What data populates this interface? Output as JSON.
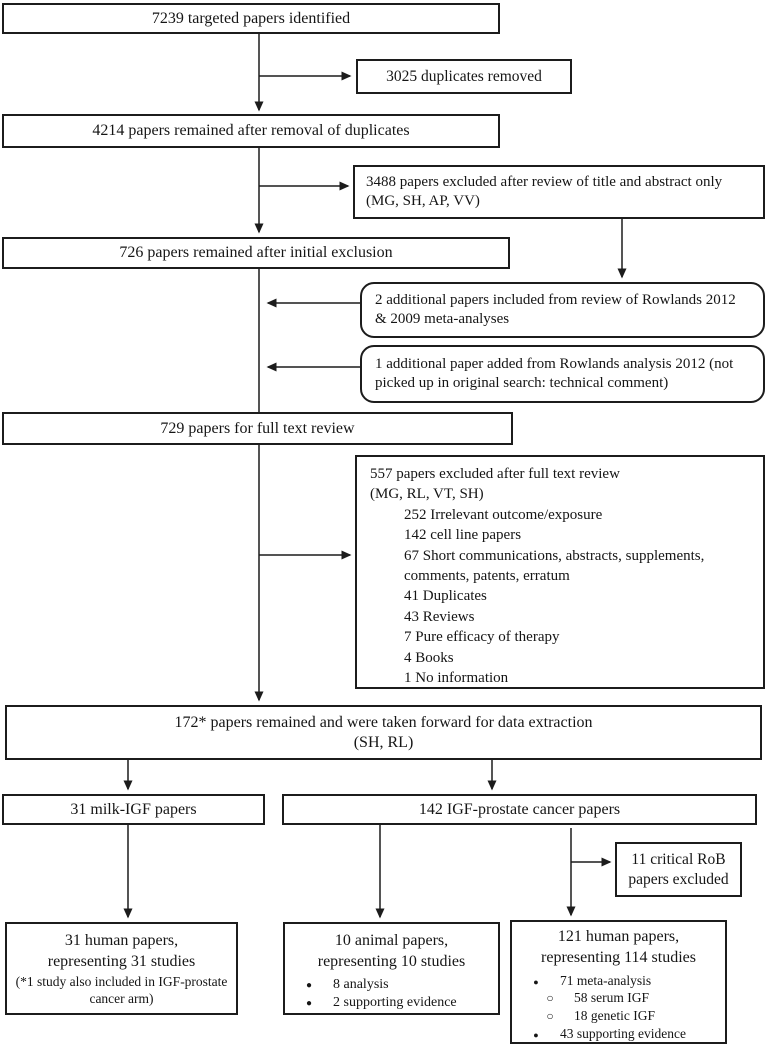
{
  "nodes": {
    "identified": {
      "text": "7239 targeted papers identified"
    },
    "duplicates_removed": {
      "text": "3025 duplicates removed"
    },
    "after_duplicates": {
      "text": "4214 papers remained after removal of duplicates"
    },
    "excluded_title_abstract": {
      "text": "3488 papers excluded after review of title and abstract only (MG, SH, AP, VV)"
    },
    "after_initial_exclusion": {
      "text": "726 papers remained after initial exclusion"
    },
    "rowlands_included": {
      "text": "2 additional papers included from review of Rowlands 2012 & 2009 meta-analyses"
    },
    "rowlands_added": {
      "text": "1 additional paper added from Rowlands analysis 2012 (not picked up in original search: technical comment)"
    },
    "full_text_review": {
      "text": "729 papers for full text review"
    },
    "excluded_full_text": {
      "line1": "557 papers excluded after full text review",
      "line2": "(MG, RL, VT, SH)",
      "items": [
        "252 Irrelevant outcome/exposure",
        "142 cell line papers",
        "67 Short communications, abstracts, supplements, comments, patents, erratum",
        "41 Duplicates",
        "43 Reviews",
        "7 Pure efficacy of therapy",
        "4 Books",
        "1 No information"
      ]
    },
    "data_extraction": {
      "line1": "172* papers remained and were taken forward for data extraction",
      "line2": "(SH, RL)"
    },
    "milk_igf": {
      "text": "31 milk-IGF papers"
    },
    "igf_prostate": {
      "text": "142 IGF-prostate cancer papers"
    },
    "rob_excluded": {
      "text": "11 critical RoB papers excluded"
    },
    "human_milk": {
      "line1": "31 human papers,",
      "line2": "representing 31 studies",
      "note": "(*1 study also included in IGF-prostate cancer arm)"
    },
    "animal": {
      "line1": "10 animal papers,",
      "line2": "representing 10 studies",
      "bullets": [
        {
          "marker": "●",
          "text": "8 analysis"
        },
        {
          "marker": "●",
          "text": "2 supporting evidence"
        }
      ]
    },
    "human_igf": {
      "line1": "121 human papers,",
      "line2": "representing 114 studies",
      "bullets": [
        {
          "marker": "●",
          "text": "71 meta-analysis"
        },
        {
          "marker": "○",
          "text": "58 serum IGF"
        },
        {
          "marker": "○",
          "text": "18 genetic IGF"
        },
        {
          "marker": "●",
          "text": "43 supporting evidence"
        }
      ]
    }
  },
  "colors": {
    "line": "#1c1c1c",
    "box_border": "#1c1c1c",
    "background": "#ffffff"
  }
}
